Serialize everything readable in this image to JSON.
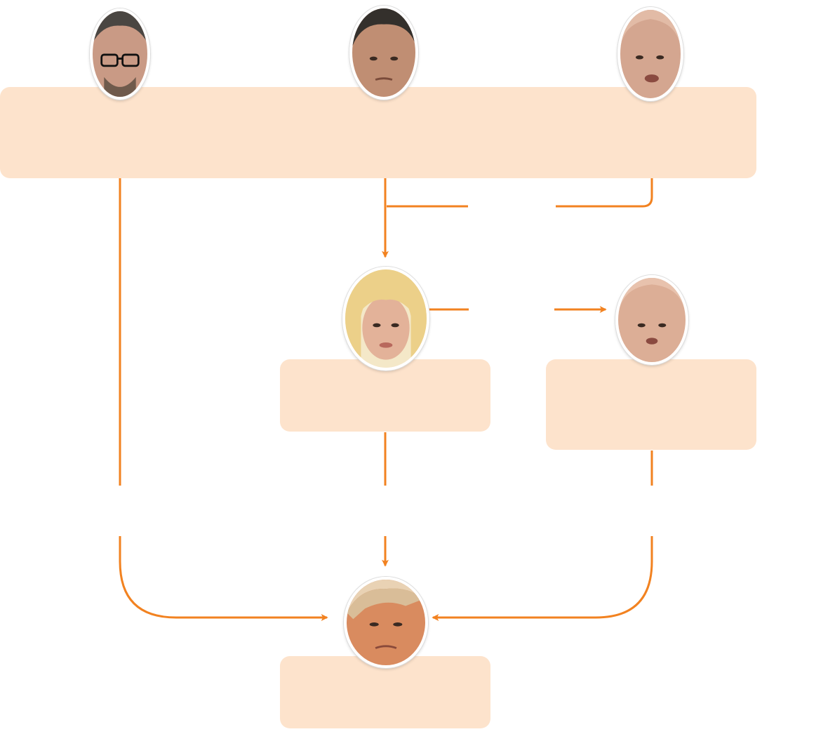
{
  "colors": {
    "connector": "#f28220",
    "box_fill": "#fde3cc",
    "background": "#ffffff"
  },
  "boxes": {
    "top": "",
    "middle_left": "",
    "middle_right": "",
    "bottom": ""
  },
  "people": [
    {
      "id": "person-1",
      "icon": "portrait-glasses-man"
    },
    {
      "id": "person-2",
      "icon": "portrait-dark-hair-man"
    },
    {
      "id": "person-3",
      "icon": "portrait-bald-man"
    },
    {
      "id": "person-4",
      "icon": "portrait-blonde-woman"
    },
    {
      "id": "person-5",
      "icon": "portrait-bald-man-2"
    },
    {
      "id": "person-6",
      "icon": "portrait-blond-hair-man"
    }
  ]
}
